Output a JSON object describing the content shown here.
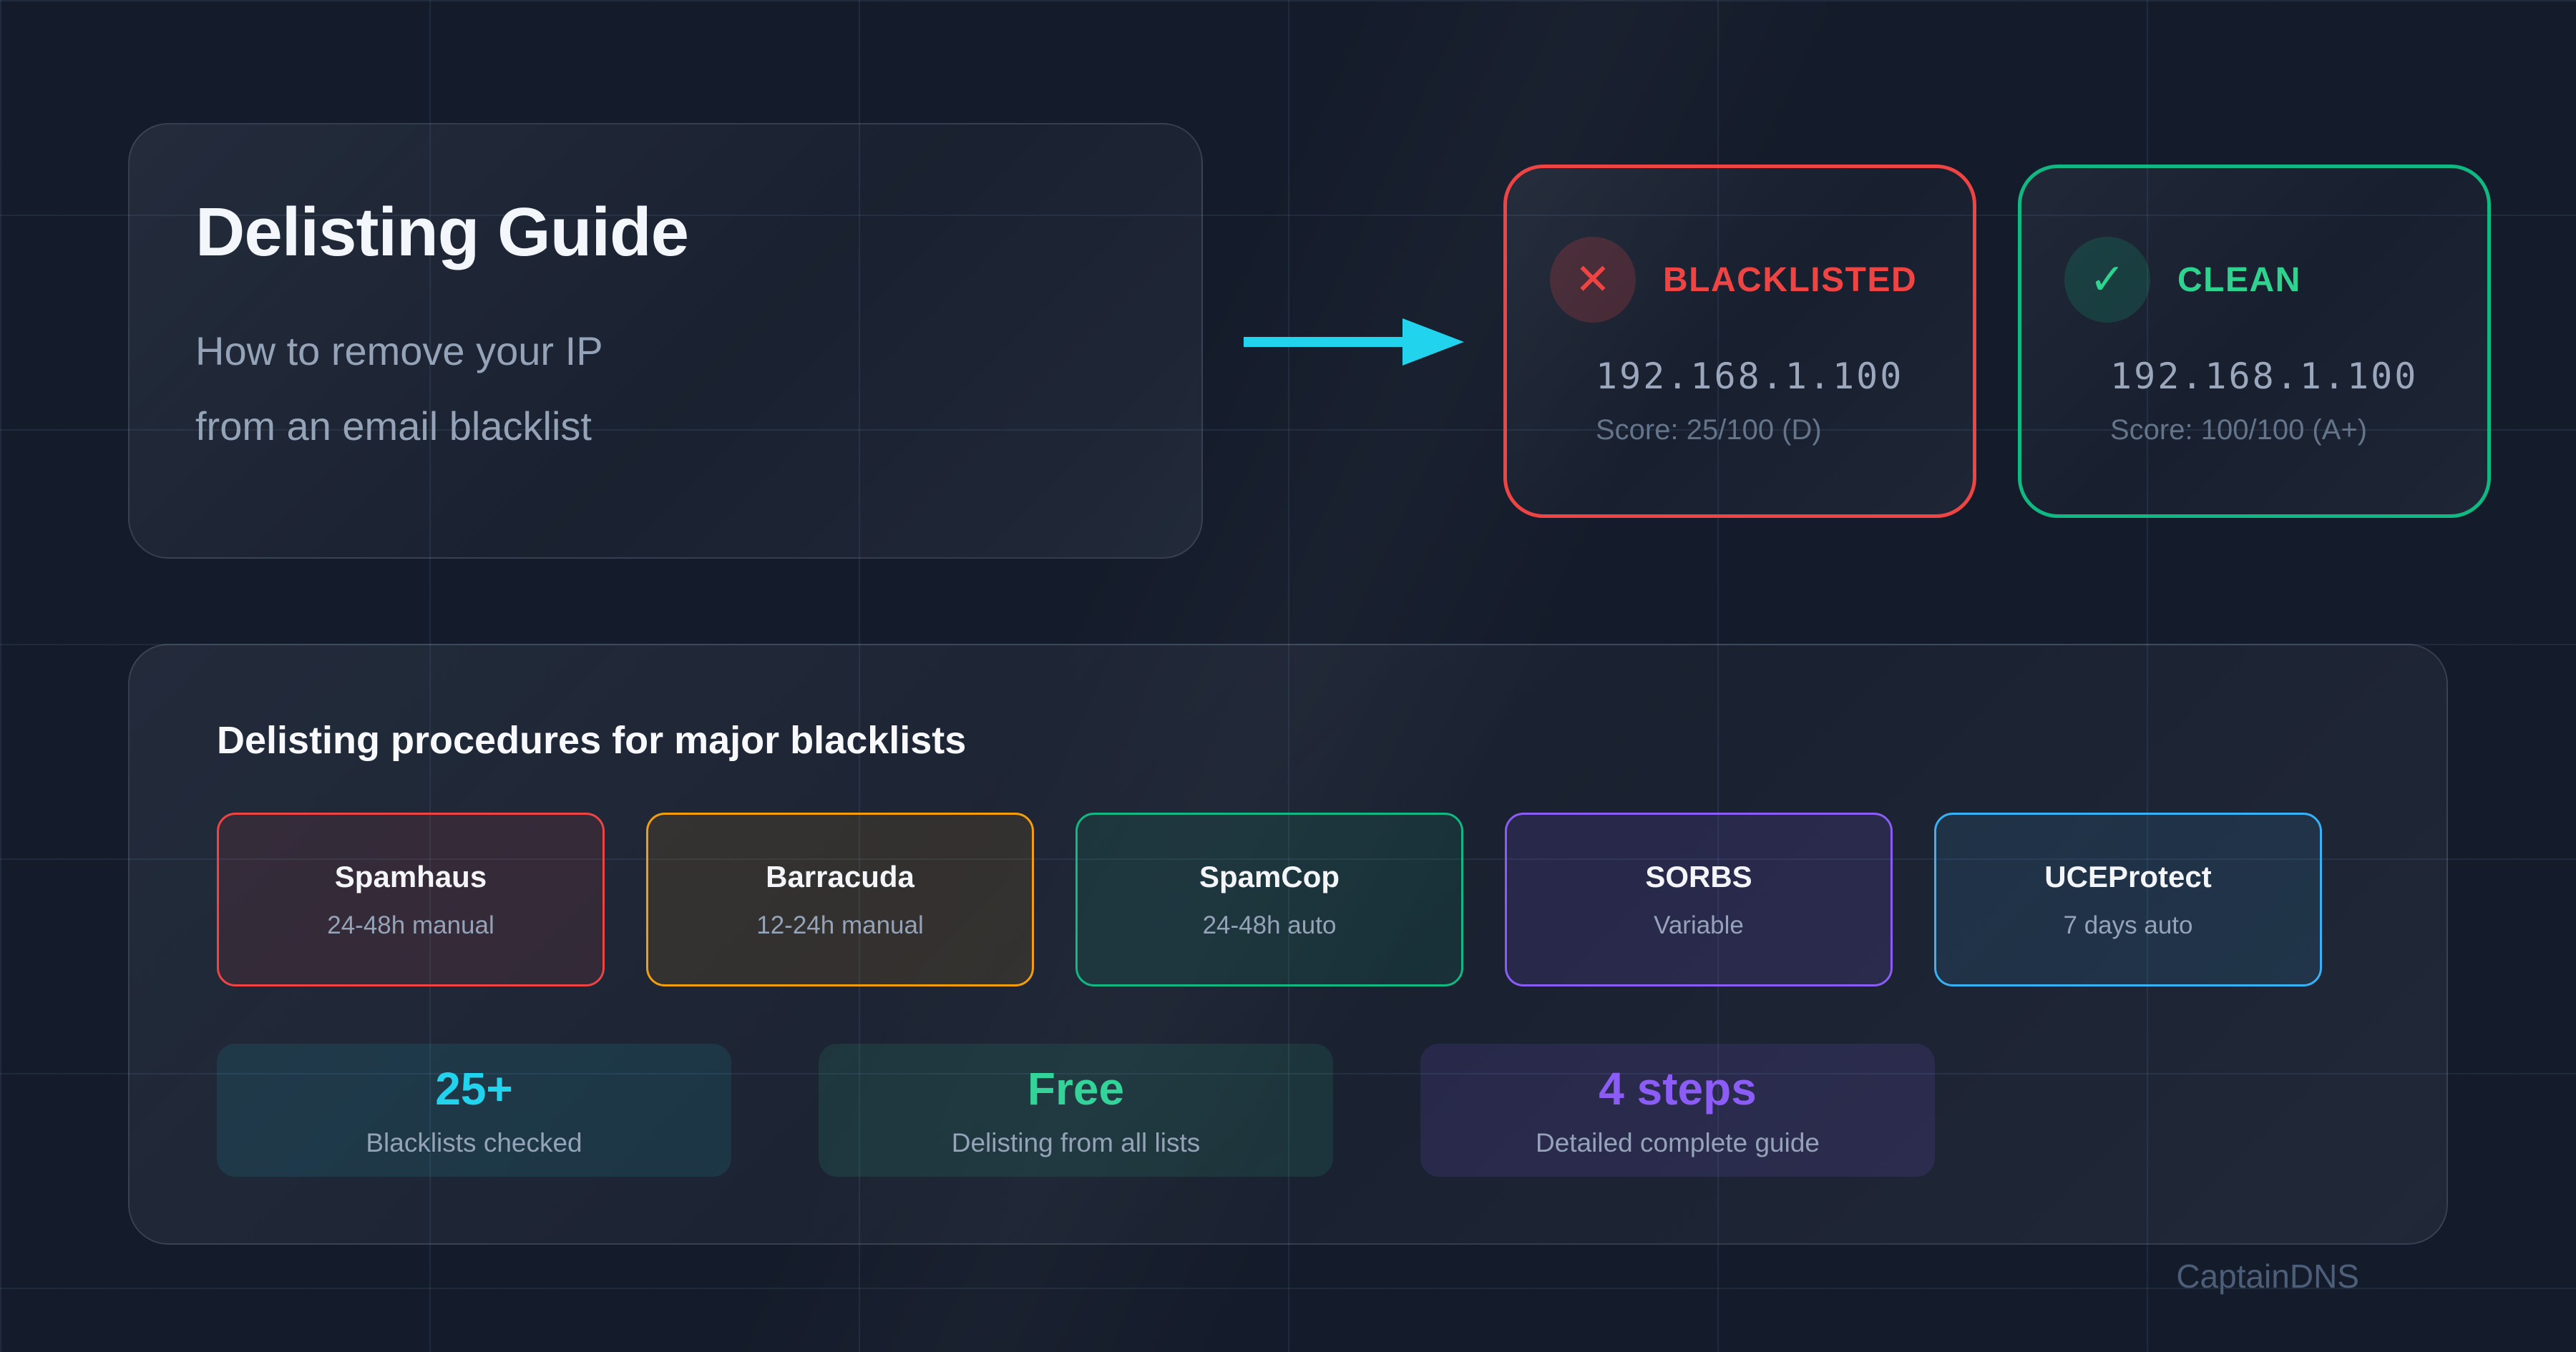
{
  "page": {
    "background": "#141b2a",
    "watermark": "CaptainDNS"
  },
  "intro": {
    "title": "Delisting Guide",
    "subtitle_lines": [
      "How to remove your IP",
      "from an email blacklist"
    ]
  },
  "arrow": {
    "color": "#22d3ee"
  },
  "comparison": {
    "blacklisted": {
      "icon": "✕",
      "label": "BLACKLISTED",
      "ip": "192.168.1.100",
      "score": "Score: 25/100 (D)",
      "accent": "#ef4444",
      "label_color": "#ef4444",
      "icon_bg": "rgba(239,68,68,0.20)"
    },
    "clean": {
      "icon": "✓",
      "label": "CLEAN",
      "ip": "192.168.1.100",
      "score": "Score: 100/100 (A+)",
      "accent": "#10b981",
      "label_color": "#2ed38f",
      "icon_bg": "rgba(16,185,129,0.18)"
    }
  },
  "procedures": {
    "heading": "Delisting procedures for major blacklists",
    "blacklists": [
      {
        "name": "Spamhaus",
        "time": "24-48h manual",
        "accent": "#ef4444",
        "tint": "rgba(239,68,68,0.10)"
      },
      {
        "name": "Barracuda",
        "time": "12-24h manual",
        "accent": "#f59e0b",
        "tint": "rgba(245,158,11,0.10)"
      },
      {
        "name": "SpamCop",
        "time": "24-48h auto",
        "accent": "#10b981",
        "tint": "rgba(16,185,129,0.10)"
      },
      {
        "name": "SORBS",
        "time": "Variable",
        "accent": "#8b5cf6",
        "tint": "rgba(139,92,246,0.13)"
      },
      {
        "name": "UCEProtect",
        "time": "7 days auto",
        "accent": "#38b2f6",
        "tint": "rgba(56,178,246,0.10)"
      }
    ],
    "stats": [
      {
        "value": "25+",
        "label": "Blacklists checked",
        "accent": "#22d3ee",
        "tint": "rgba(34,211,238,0.10)"
      },
      {
        "value": "Free",
        "label": "Delisting from all lists",
        "accent": "#34d399",
        "tint": "rgba(52,211,153,0.10)"
      },
      {
        "value": "4 steps",
        "label": "Detailed complete guide",
        "accent": "#8b5cf6",
        "tint": "rgba(139,92,246,0.13)"
      }
    ]
  }
}
